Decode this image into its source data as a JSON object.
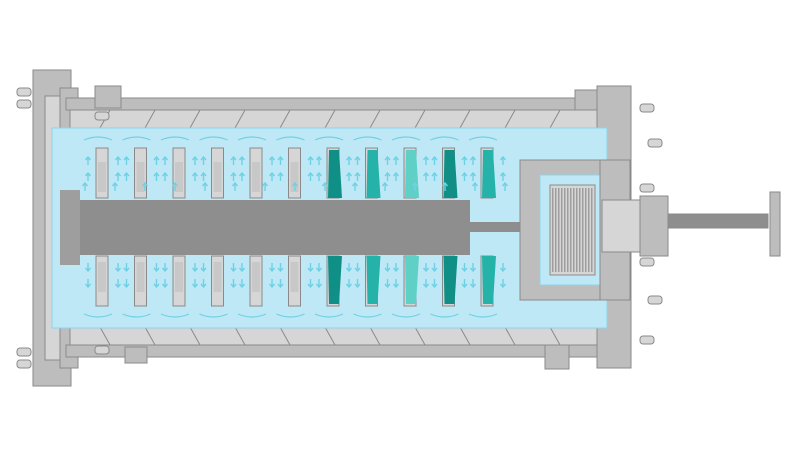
{
  "diagram": {
    "subject": "centrifugal-compressor-cross-section",
    "colors": {
      "background": "#ffffff",
      "casing_light": "#d6d6d6",
      "casing_mid": "#bdbdbd",
      "casing_dark": "#9e9e9e",
      "casing_edge": "#8a8a8a",
      "fluid": "#bfe8f6",
      "fluid_edge": "#8fd3ea",
      "rotor": "#8e8e8e",
      "blade_gray": "#c8c8c8",
      "blade_teal_dark": "#0f8f85",
      "blade_teal_mid": "#25b3a9",
      "blade_teal_light": "#5fd0c6",
      "flow_arrow": "#6fd1e3"
    },
    "stages": {
      "gray_count": 6,
      "teal_count": 5
    },
    "icons": [
      "flow-arrow-icon",
      "bolt-icon",
      "shaft-coupling-icon"
    ]
  }
}
